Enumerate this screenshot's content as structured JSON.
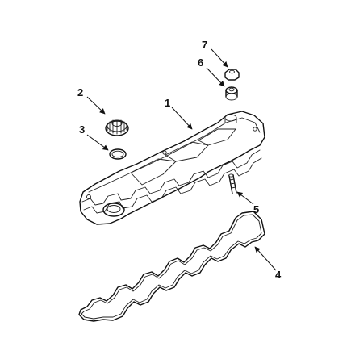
{
  "callouts": [
    {
      "id": "part-1",
      "label": "1"
    },
    {
      "id": "part-2",
      "label": "2"
    },
    {
      "id": "part-3",
      "label": "3"
    },
    {
      "id": "part-4",
      "label": "4"
    },
    {
      "id": "part-5",
      "label": "5"
    },
    {
      "id": "part-6",
      "label": "6"
    },
    {
      "id": "part-7",
      "label": "7"
    }
  ]
}
